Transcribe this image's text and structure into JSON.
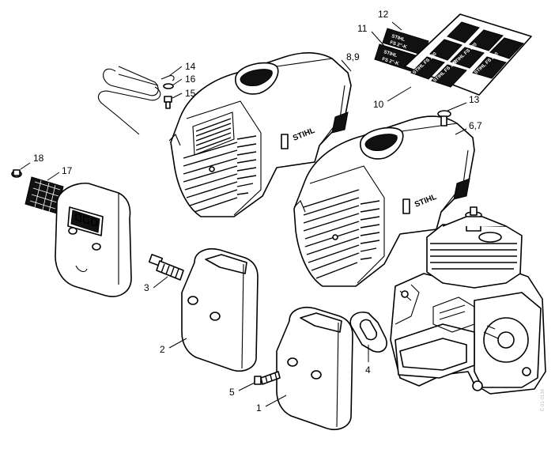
{
  "diagram": {
    "brand_label": "STIHL",
    "decals": [
      {
        "part": "12",
        "lines": [
          "STIHL",
          "FS 2\"-K"
        ]
      },
      {
        "part": "11",
        "lines": [
          "STIHL",
          "FS 2\"-K"
        ]
      },
      {
        "part": "10",
        "lines": [
          "STIHL FS 160",
          "STIHL FS 180",
          "STIHL FS 220",
          "STIHL FS 280"
        ]
      }
    ],
    "callouts": [
      {
        "id": "c1",
        "label": "1",
        "part": "muffler-front"
      },
      {
        "id": "c2",
        "label": "2",
        "part": "muffler-back"
      },
      {
        "id": "c3",
        "label": "3",
        "part": "spark-arrestor"
      },
      {
        "id": "c4",
        "label": "4",
        "part": "gasket"
      },
      {
        "id": "c5",
        "label": "5",
        "part": "screw"
      },
      {
        "id": "c67",
        "label": "6,7",
        "part": "shroud-front"
      },
      {
        "id": "c89",
        "label": "8,9",
        "part": "shroud-back"
      },
      {
        "id": "c10",
        "label": "10",
        "part": "decal-set"
      },
      {
        "id": "c11",
        "label": "11",
        "part": "decal"
      },
      {
        "id": "c12",
        "label": "12",
        "part": "decal"
      },
      {
        "id": "c13",
        "label": "13",
        "part": "screw"
      },
      {
        "id": "c14",
        "label": "14",
        "part": "wire-clip"
      },
      {
        "id": "c15",
        "label": "15",
        "part": "screw"
      },
      {
        "id": "c16",
        "label": "16",
        "part": "washer"
      },
      {
        "id": "c17",
        "label": "17",
        "part": "screen"
      },
      {
        "id": "c18",
        "label": "18",
        "part": "screw"
      }
    ],
    "watermark": "E-01-0134"
  }
}
